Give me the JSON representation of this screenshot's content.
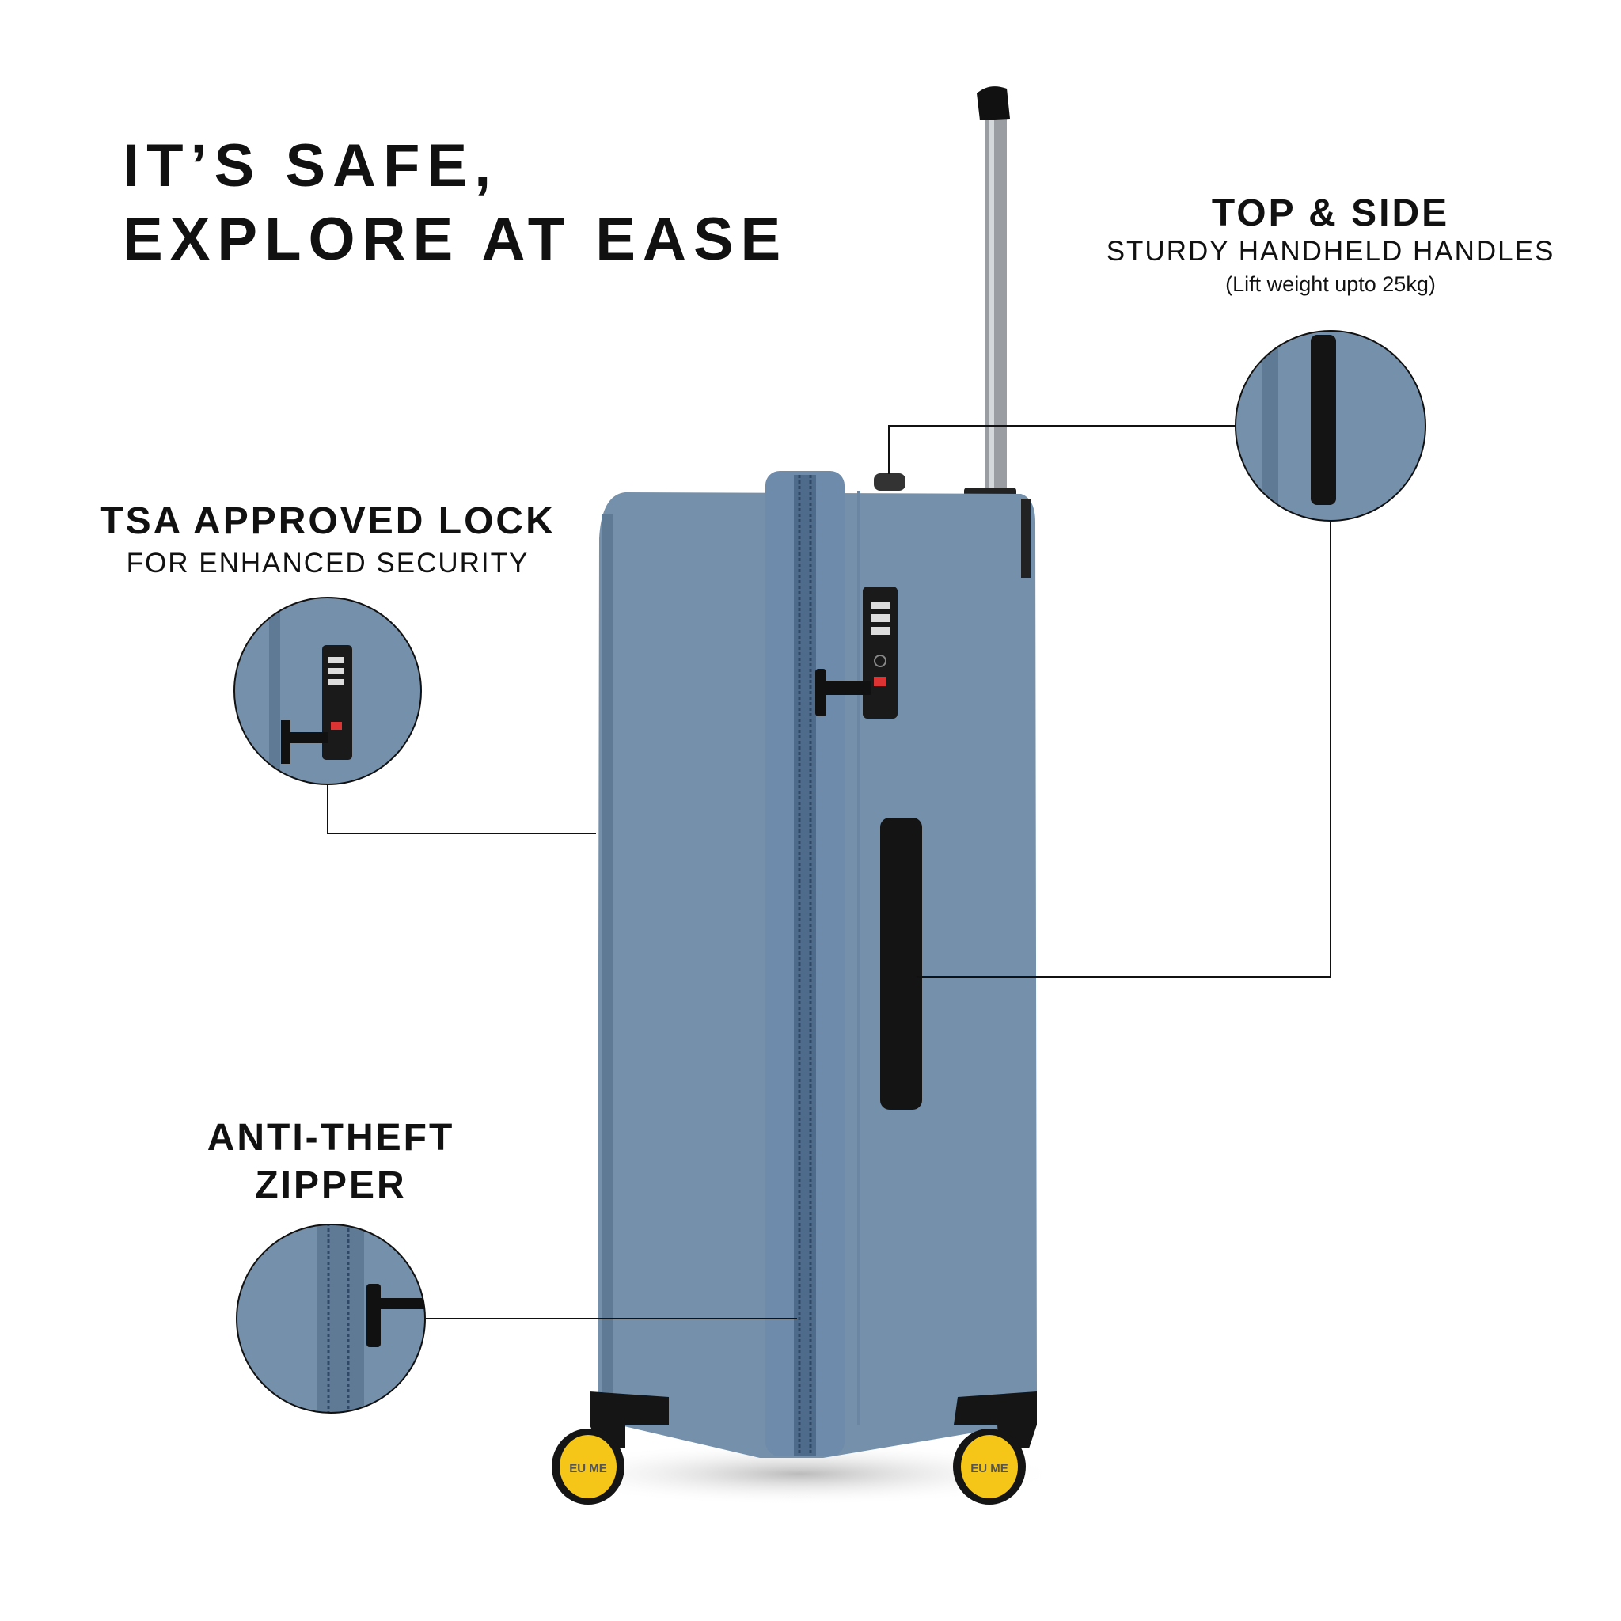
{
  "headline": {
    "line1": "IT’S SAFE,",
    "line2": "EXPLORE AT EASE"
  },
  "features": {
    "handles": {
      "title": "TOP & SIDE",
      "subtitle": "STURDY HANDHELD HANDLES",
      "note": "(Lift weight upto 25kg)"
    },
    "lock": {
      "title": "TSA APPROVED LOCK",
      "subtitle": "FOR ENHANCED SECURITY"
    },
    "zipper": {
      "title_line1": "ANTI-THEFT",
      "title_line2": "ZIPPER"
    }
  },
  "wheel_logo": "EUME",
  "colors": {
    "shell": "#7590aa",
    "shell_dark": "#5f7a95",
    "wheel": "#f5c518",
    "accent": "#111111"
  }
}
